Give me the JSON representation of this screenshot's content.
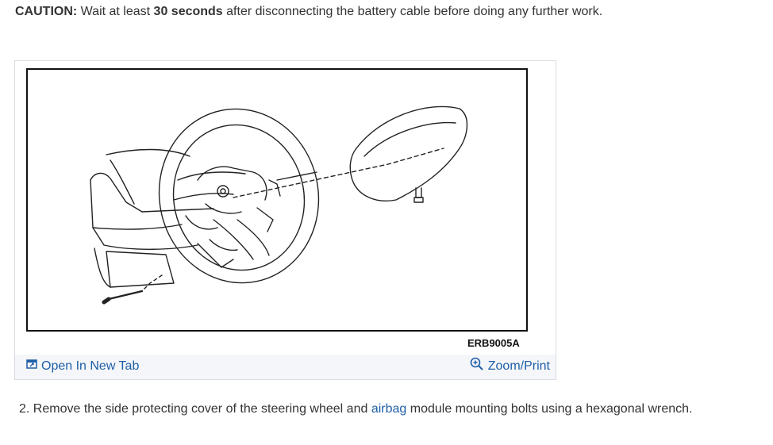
{
  "caution": {
    "label": "CAUTION:",
    "text_before": " Wait at least ",
    "emphasis": "30 seconds",
    "text_after": " after disconnecting the battery cable before doing any further work."
  },
  "figure": {
    "code": "ERB9005A",
    "open_tab_label": "Open In New Tab",
    "zoom_print_label": "Zoom/Print"
  },
  "step2": {
    "number": "2.",
    "text_before": " Remove the side protecting cover of the steering wheel and ",
    "link_text": "airbag",
    "text_after": " module mounting bolts using a hexagonal wrench."
  },
  "colors": {
    "link": "#1f5fa8",
    "text": "#333333",
    "footer_bg": "#f4f6f9"
  }
}
